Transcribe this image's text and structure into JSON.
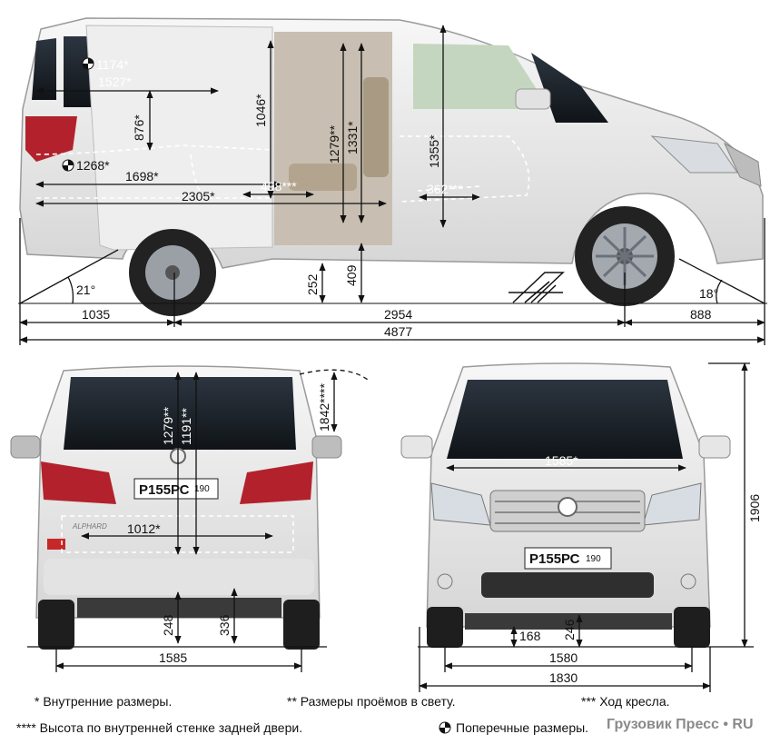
{
  "side_view": {
    "dims": {
      "cross_window_1": "1174*",
      "window_len": "1527*",
      "depth_876": "876*",
      "h_1046": "1046*",
      "h_1279": "1279**",
      "h_1331": "1331*",
      "h_1355": "1355*",
      "cross_1268": "1268*",
      "len_1698": "1698*",
      "len_2305": "2305*",
      "seat_498": "498***",
      "seat_362": "362***",
      "clearance_252": "252",
      "step_409": "409",
      "angle_front": "21°",
      "angle_rear": "18°",
      "overhang_rear": "1035",
      "wheelbase": "2954",
      "overhang_front": "888",
      "total_length": "4877"
    }
  },
  "rear_view": {
    "plate_main": "Р155РС",
    "plate_region": "190",
    "badge": "ALPHARD",
    "dims": {
      "h_1279": "1279**",
      "h_1191": "1191**",
      "h_1842": "1842****",
      "w_1012": "1012*",
      "h_248": "248",
      "h_336": "336",
      "track_rear": "1585"
    }
  },
  "front_view": {
    "plate_main": "Р155РС",
    "plate_region": "190",
    "dims": {
      "w_1585": "1585*",
      "height": "1906",
      "h_168": "168",
      "h_246": "246",
      "track_front": "1580",
      "width": "1830"
    }
  },
  "footnotes": {
    "interior": "* Внутренние размеры.",
    "openings": "** Размеры проёмов в свету.",
    "seat_travel": "*** Ход кресла.",
    "tailgate": "**** Высота по внутренней стенке задней двери.",
    "cross": "Поперечные размеры."
  },
  "watermark": "Грузовик Пресс • RU",
  "colors": {
    "body": "#ececec",
    "glass": "#1c2228",
    "tail": "#b3222c",
    "line": "#111111"
  }
}
